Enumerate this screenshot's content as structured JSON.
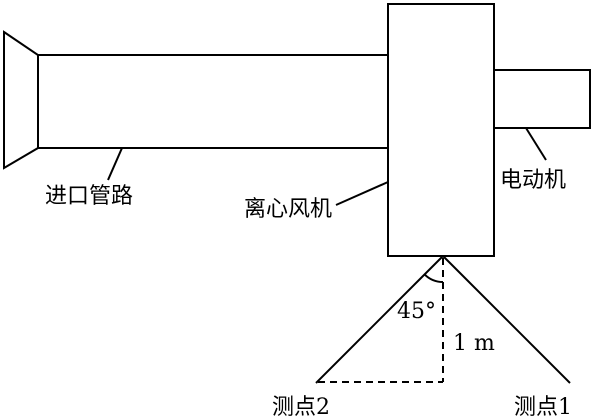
{
  "labels": {
    "inlet_duct": "进口管路",
    "centrifugal_fan": "离心风机",
    "motor": "电动机",
    "angle": "45°",
    "distance": "1 m",
    "point_1": "测点1",
    "point_2": "测点2"
  }
}
